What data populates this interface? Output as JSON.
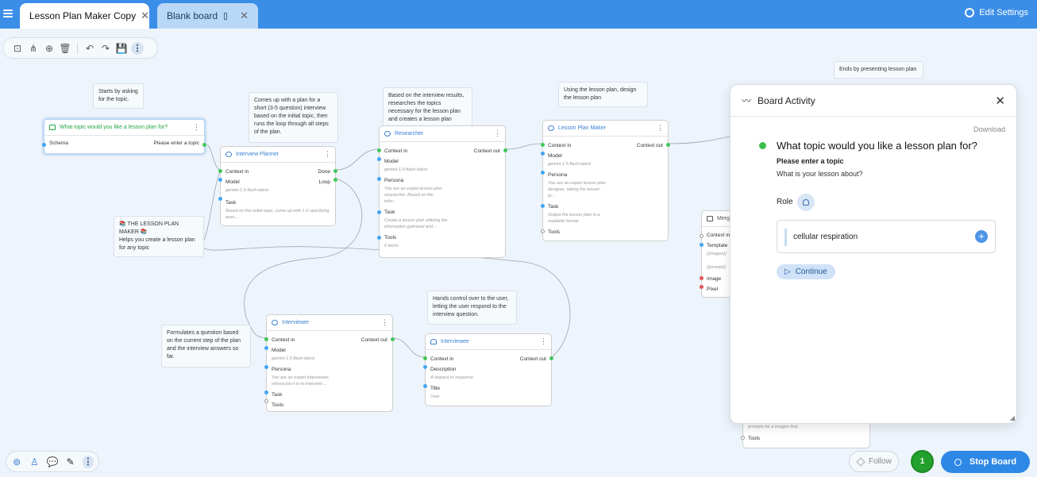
{
  "tabs": [
    {
      "label": "Lesson Plan Maker Copy",
      "active": true
    },
    {
      "label": "Blank board",
      "active": false
    }
  ],
  "header": {
    "edit_settings": "Edit Settings"
  },
  "notes": {
    "starts": "Starts by asking for the topic.",
    "planner": "Comes up with a plan for a short (3-5 question) interview based on the initial topic, then runs the loop through all steps of the plan.",
    "researcher": "Based on the interview results, researches the topics necessary for the lesson plan and creates a lesson plan",
    "maker": "Using the lesson plan, design the lesson plan",
    "ends": "Ends by presenting lesson plan",
    "lesson_title": "📚 THE LESSON PLAN MAKER 📚",
    "lesson_body": "Helps you create a lesson plan for any topic",
    "formulates": "Formulates a question based on the current step of the plan and the interview answers so far.",
    "hands": "Hands control over to the user, letting the user respond to the interview question."
  },
  "nodes": {
    "input": {
      "title": "What topic would you like a lesson plan for?",
      "schema": "Schema",
      "out": "Please enter a topic"
    },
    "planner": {
      "title": "Interview Planner",
      "context_in": "Context in",
      "done": "Done",
      "model": "Model",
      "loop": "Loop",
      "model_val": "gemini-1.5-flash-latest",
      "task": "Task",
      "task_val": "Based on the initial topic, come up with 1-2 specifying ques..."
    },
    "researcher": {
      "title": "Researcher",
      "context_in": "Context in",
      "context_out": "Context out",
      "model": "Model",
      "model_val": "gemini-1.5-flash-latest",
      "persona": "Persona",
      "persona_val": "You are an expert lesson plan researcher. Based on the infor...",
      "task": "Task",
      "task_val": "Create a lesson plan utilizing the information gathered and ...",
      "tools": "Tools",
      "tools_val": "0 items"
    },
    "maker": {
      "title": "Lesson Plan Maker",
      "context_in": "Context in",
      "context_out": "Context out",
      "model": "Model",
      "model_val": "gemini-1.5-flash-latest",
      "persona": "Persona",
      "persona_val": "You are an expert lesson plan designer, taking the lesson pl...",
      "task": "Task",
      "task_val": "Output the lesson plan in a readable format",
      "tools": "Tools"
    },
    "interviewer": {
      "title": "Interviewer",
      "context_in": "Context in",
      "context_out": "Context out",
      "model": "Model",
      "model_val": "gemini-1.5-flash-latest",
      "persona": "Persona",
      "persona_val": "You are an expert interviewer, whose job it is to interview ...",
      "task": "Task",
      "tools": "Tools"
    },
    "interviewee": {
      "title": "Interviewee",
      "context_in": "Context in",
      "context_out": "Context out",
      "description": "Description",
      "desc_val": "A request or response",
      "title_label": "Title",
      "title_val": "User"
    },
    "merge": {
      "title": "Merg",
      "context_in": "Context in",
      "template": "Template",
      "template_val": "{{images}}",
      "prompt": "{{prompt}}",
      "image": "Image",
      "pixel": "Pixel"
    },
    "partial": {
      "text": "prompts for a images that",
      "tools": "Tools"
    }
  },
  "activity": {
    "title": "Board Activity",
    "download": "Download",
    "question": "What topic would you like a lesson plan for?",
    "sub": "Please enter a topic",
    "desc": "What is your lesson about?",
    "role": "Role",
    "input_value": "cellular respiration",
    "continue": "Continue"
  },
  "bottom": {
    "follow": "Follow",
    "count": "1",
    "stop": "Stop Board"
  }
}
